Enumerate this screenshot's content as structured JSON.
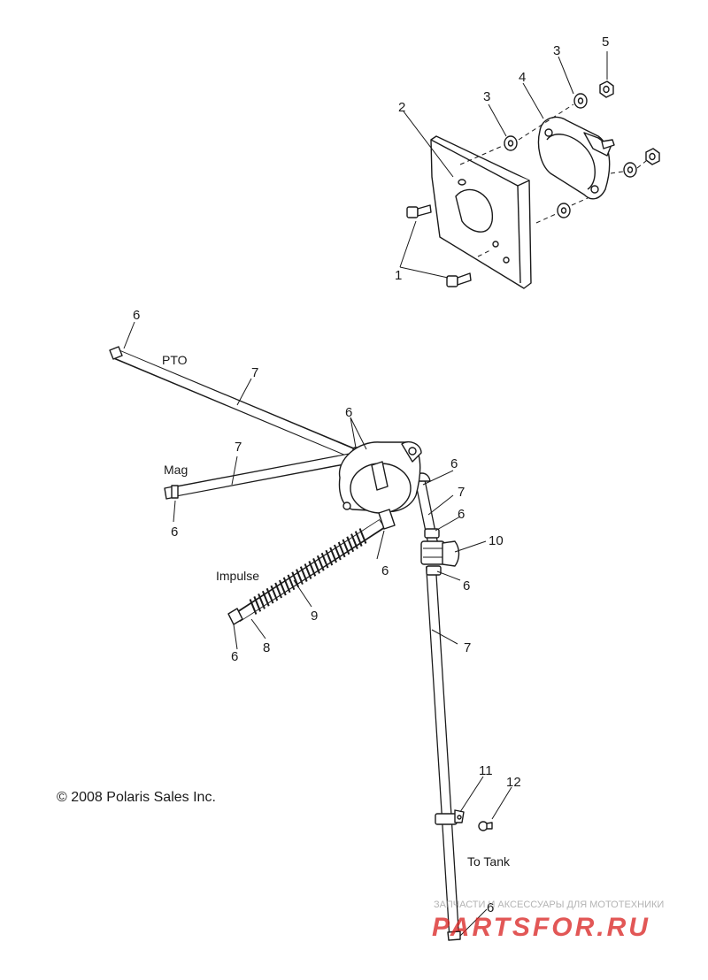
{
  "callouts": [
    {
      "id": "c1",
      "text": "1"
    },
    {
      "id": "c2",
      "text": "2"
    },
    {
      "id": "c3a",
      "text": "3"
    },
    {
      "id": "c3b",
      "text": "3"
    },
    {
      "id": "c4",
      "text": "4"
    },
    {
      "id": "c5",
      "text": "5"
    },
    {
      "id": "c6a",
      "text": "6"
    },
    {
      "id": "c6b",
      "text": "6"
    },
    {
      "id": "c6c",
      "text": "6"
    },
    {
      "id": "c6d",
      "text": "6"
    },
    {
      "id": "c6e",
      "text": "6"
    },
    {
      "id": "c6f",
      "text": "6"
    },
    {
      "id": "c6g",
      "text": "6"
    },
    {
      "id": "c6h",
      "text": "6"
    },
    {
      "id": "c6i",
      "text": "6"
    },
    {
      "id": "c7a",
      "text": "7"
    },
    {
      "id": "c7b",
      "text": "7"
    },
    {
      "id": "c7c",
      "text": "7"
    },
    {
      "id": "c7d",
      "text": "7"
    },
    {
      "id": "c8",
      "text": "8"
    },
    {
      "id": "c9",
      "text": "9"
    },
    {
      "id": "c10",
      "text": "10"
    },
    {
      "id": "c11",
      "text": "11"
    },
    {
      "id": "c12",
      "text": "12"
    }
  ],
  "labels": {
    "pto": "PTO",
    "mag": "Mag",
    "impulse": "Impulse",
    "to_tank": "To Tank"
  },
  "copyright": "© 2008 Polaris Sales Inc.",
  "watermark": {
    "tagline": "ЗАПЧАСТИ И АКСЕССУАРЫ ДЛЯ МОТОТЕХНИКИ",
    "brand": "PARTSFOR.RU",
    "color": "#d9201e"
  }
}
